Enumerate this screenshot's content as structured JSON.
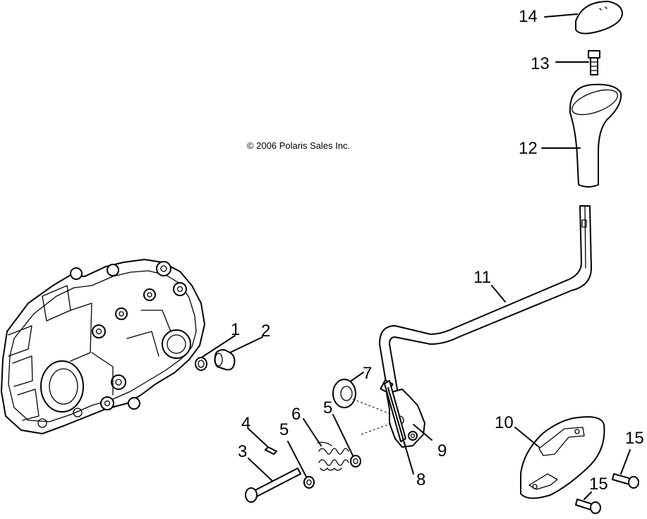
{
  "copyright": "© 2006 Polaris Sales Inc.",
  "callouts": [
    {
      "id": "14",
      "text": "14"
    },
    {
      "id": "13",
      "text": "13"
    },
    {
      "id": "12",
      "text": "12"
    },
    {
      "id": "11",
      "text": "11"
    },
    {
      "id": "1",
      "text": "1"
    },
    {
      "id": "2",
      "text": "2"
    },
    {
      "id": "7",
      "text": "7"
    },
    {
      "id": "5a",
      "text": "5"
    },
    {
      "id": "6",
      "text": "6"
    },
    {
      "id": "4",
      "text": "4"
    },
    {
      "id": "5b",
      "text": "5"
    },
    {
      "id": "3",
      "text": "3"
    },
    {
      "id": "9",
      "text": "9"
    },
    {
      "id": "8",
      "text": "8"
    },
    {
      "id": "10",
      "text": "10"
    },
    {
      "id": "15a",
      "text": "15"
    },
    {
      "id": "15b",
      "text": "15"
    }
  ]
}
